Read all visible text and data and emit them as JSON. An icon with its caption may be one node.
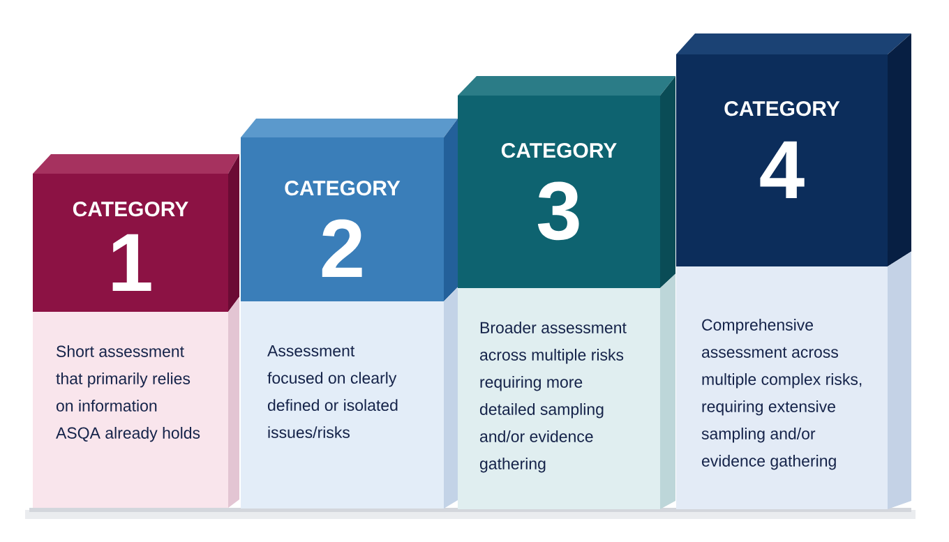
{
  "diagram": {
    "nodes": [
      {
        "text": [
          "CATEGORY",
          "1"
        ]
      },
      {
        "text": [
          "Short assessment that primarily relies on information ASQA already holds"
        ]
      },
      {
        "text": [
          "CATEGORY",
          "2"
        ]
      },
      {
        "text": [
          "Assessment focused on clearly defined or isolated issues/risks"
        ]
      },
      {
        "text": [
          "CATEGORY",
          "3"
        ]
      },
      {
        "text": [
          "Broader assessment across multiple risks requiring more detailed sampling and/or evidence gathering"
        ]
      },
      {
        "text": [
          "CATEGORY",
          "4"
        ]
      },
      {
        "text": [
          "Comprehensive assessment across multiple complex risks, requiring extensive sampling and/or evidence gathering"
        ]
      }
    ]
  }
}
